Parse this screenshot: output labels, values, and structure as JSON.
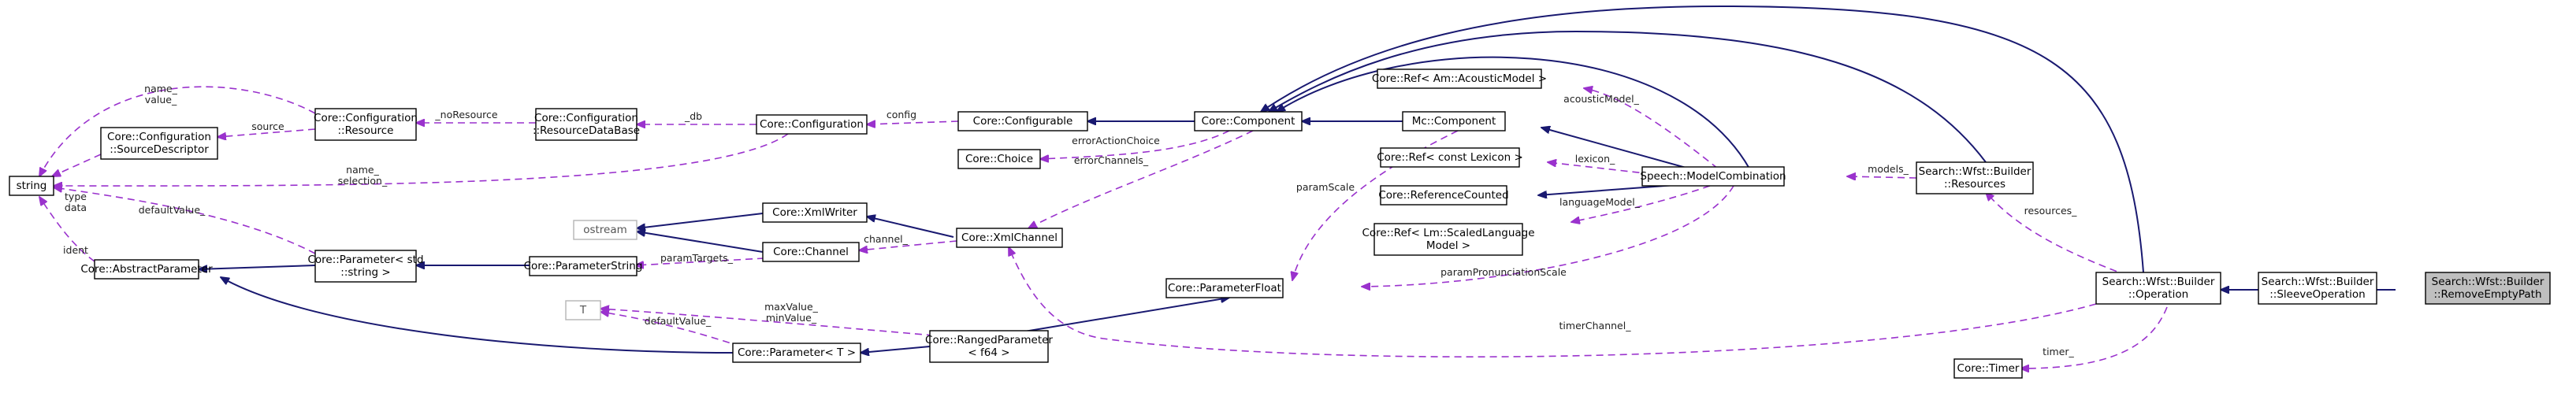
{
  "nodes": {
    "string": "string",
    "source_descriptor": [
      "Core::Configuration",
      "::SourceDescriptor"
    ],
    "abstract_parameter": "Core::AbstractParameter",
    "config_resource": [
      "Core::Configuration",
      "::Resource"
    ],
    "resource_database": [
      "Core::Configuration",
      "::ResourceDataBase"
    ],
    "configuration": "Core::Configuration",
    "parameter_std_string": [
      "Core::Parameter< std",
      "::string >"
    ],
    "parameter_string": "Core::ParameterString",
    "ostream": "ostream",
    "xml_writer": "Core::XmlWriter",
    "channel": "Core::Channel",
    "configurable": "Core::Configurable",
    "choice": "Core::Choice",
    "xml_channel": "Core::XmlChannel",
    "component": "Core::Component",
    "t": "T",
    "parameter_t": "Core::Parameter< T >",
    "ranged_parameter": [
      "Core::RangedParameter",
      "< f64 >"
    ],
    "parameter_float": "Core::ParameterFloat",
    "ref_acoustic": "Core::Ref< Am::AcousticModel >",
    "mc_component": "Mc::Component",
    "ref_lexicon": "Core::Ref< const Lexicon >",
    "reference_counted": "Core::ReferenceCounted",
    "ref_scaled_lm": [
      "Core::Ref< Lm::ScaledLanguage",
      "Model >"
    ],
    "model_combination": "Speech::ModelCombination",
    "builder_resources": [
      "Search::Wfst::Builder",
      "::Resources"
    ],
    "builder_operation": [
      "Search::Wfst::Builder",
      "::Operation"
    ],
    "timer": "Core::Timer",
    "sleeve_operation": [
      "Search::Wfst::Builder",
      "::SleeveOperation"
    ],
    "remove_empty_path": [
      "Search::Wfst::Builder",
      "::RemoveEmptyPath"
    ]
  },
  "edge_labels": {
    "name_value": [
      "name_",
      "value_"
    ],
    "type_data": [
      "type",
      "data"
    ],
    "source": "source",
    "noresource": "_noResource",
    "db": "_db",
    "config": "config",
    "name_selection": [
      "name_",
      "selection_"
    ],
    "defaultvalue": "defaultValue_",
    "ident": "ident",
    "param_targets": "paramTargets_",
    "channel": "channel_",
    "error_action_choice": "errorActionChoice",
    "error_channels": "errorChannels_",
    "param_scale": "paramScale",
    "acoustic_model": "acousticModel_",
    "lexicon": "lexicon_",
    "language_model": "languageModel_",
    "models": "models_",
    "param_pronunciation_scale": "paramPronunciationScale",
    "resources": "resources_",
    "max_min_value": [
      "maxValue_",
      "minValue_"
    ],
    "default_value_t": "defaultValue_",
    "timer_channel": "timerChannel_",
    "timer": "timer_"
  },
  "colors": {
    "inheritance": "#191970",
    "usage": "#9a32cd",
    "focus_fill": "#bfbfbf"
  }
}
